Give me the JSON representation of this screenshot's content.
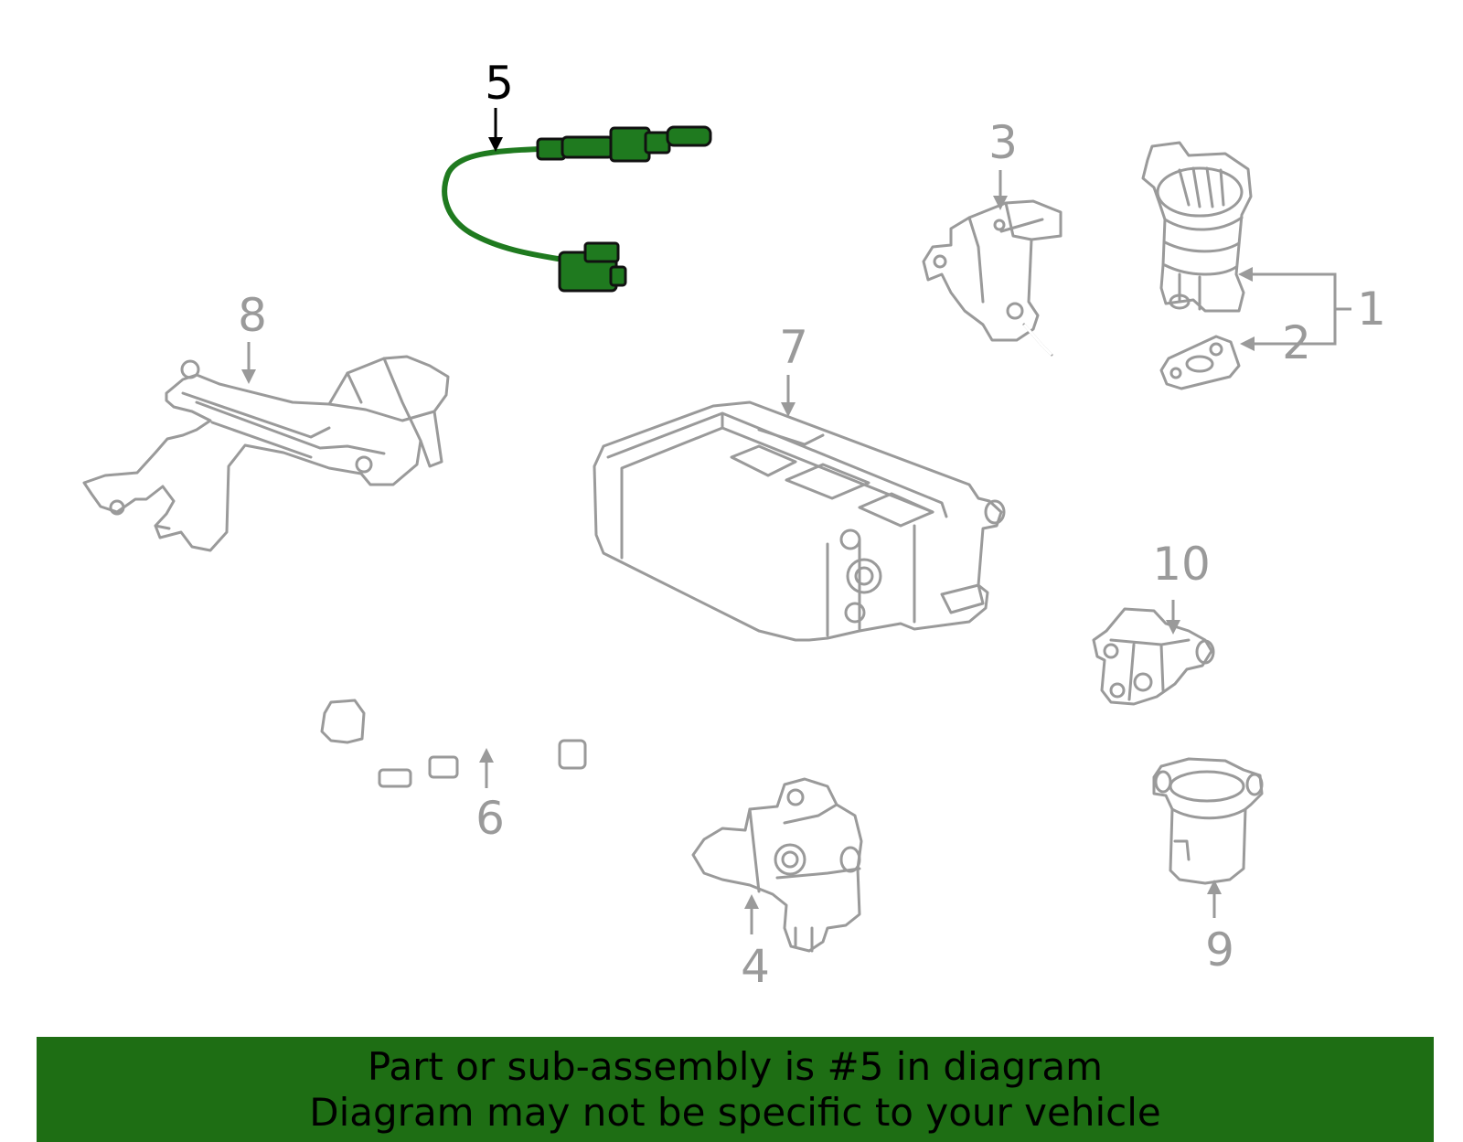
{
  "callouts": {
    "c1": "1",
    "c2": "2",
    "c3": "3",
    "c4": "4",
    "c5": "5",
    "c6": "6",
    "c7": "7",
    "c8": "8",
    "c9": "9",
    "c10": "10"
  },
  "banner": {
    "line1": "Part or sub-assembly is #5 in diagram",
    "line2": "Diagram may not be specific to your vehicle"
  },
  "colors": {
    "highlight_part": "#1f7a1f",
    "banner_background": "#1e6e14",
    "outline_gray": "#9a9a9a"
  },
  "highlighted_part": "5"
}
